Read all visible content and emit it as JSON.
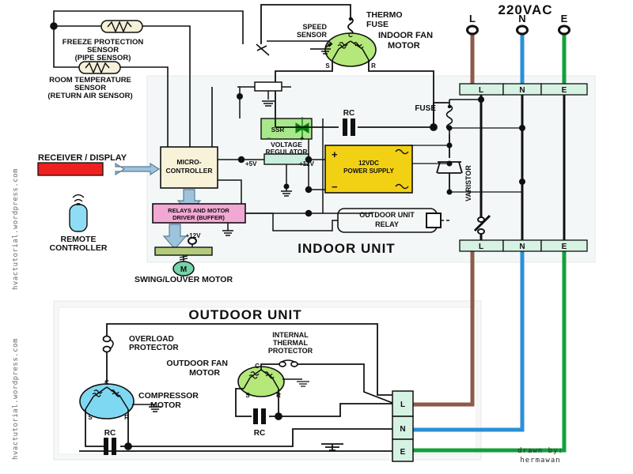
{
  "diagram": {
    "title_top": "220VAC",
    "indoor_unit_label": "INDOOR UNIT",
    "outdoor_unit_label": "OUTDOOR UNIT",
    "credit_line1": "drawn by:",
    "credit_line2": "hermawan",
    "watermark": "hvactutorial.wordpress.com"
  },
  "mains": {
    "line_label": "L",
    "neutral_label": "N",
    "earth_label": "E",
    "colors": {
      "line": "#8d5a4a",
      "neutral": "#2b8fd6",
      "earth": "#14a03c",
      "wire_black": "#101010"
    }
  },
  "terminal_blocks": {
    "indoor_top": [
      "L",
      "N",
      "E"
    ],
    "indoor_bottom": [
      "L",
      "N",
      "E"
    ],
    "outdoor": [
      "L",
      "N",
      "E"
    ],
    "fill": "#d5f2e3"
  },
  "sensors": [
    {
      "name": "freeze-protection-sensor",
      "line1": "FREEZE PROTECTION",
      "line2": "SENSOR",
      "line3": "(PIPE SENSOR)"
    },
    {
      "name": "room-temperature-sensor",
      "line1": "ROOM TEMPERATURE",
      "line2": "SENSOR",
      "line3": "(RETURN AIR SENSOR)"
    }
  ],
  "indoor": {
    "receiver_display": "RECEIVER / DISPLAY",
    "remote_line1": "REMOTE",
    "remote_line2": "CONTROLLER",
    "microcontroller_line1": "MICRO-",
    "microcontroller_line2": "CONTROLLER",
    "relays_line1": "RELAYS AND MOTOR",
    "relays_line2": "DRIVER (BUFFER)",
    "swing_motor": "SWING/LOUVER MOTOR",
    "swing_motor_glyph": "M",
    "swing_supply": "+12V",
    "voltage_regulator_line1": "VOLTAGE",
    "voltage_regulator_line2": "REGULATOR",
    "rail_5v": "+5V",
    "rail_12v": "+12V",
    "ssr_label": "SSR",
    "power_supply_line1": "12VDC",
    "power_supply_line2": "POWER SUPPLY",
    "power_supply_plus": "+",
    "power_supply_minus": "−",
    "thermo_fuse_line1": "THERMO",
    "thermo_fuse_line2": "FUSE",
    "speed_sensor_line1": "SPEED",
    "speed_sensor_line2": "SENSOR",
    "fan_motor_line1": "INDOOR FAN",
    "fan_motor_line2": "MOTOR",
    "rc_label": "RC",
    "fuse_label": "FUSE",
    "varistor_label": "VARISTOR",
    "outdoor_relay_line1": "OUTDOOR UNIT",
    "outdoor_relay_line2": "RELAY",
    "motor_terminals": {
      "c": "C",
      "s": "S",
      "r": "R"
    }
  },
  "outdoor": {
    "overload_line1": "OVERLOAD",
    "overload_line2": "PROTECTOR",
    "compressor_line1": "COMPRESSOR",
    "compressor_line2": "MOTOR",
    "fan_motor_line1": "OUTDOOR FAN",
    "fan_motor_line2": "MOTOR",
    "thermal_line1": "INTERNAL",
    "thermal_line2": "THERMAL",
    "thermal_line3": "PROTECTOR",
    "rc_label_compressor": "RC",
    "rc_label_fan": "RC",
    "motor_terminals": {
      "c": "C",
      "s": "S",
      "r": "R"
    }
  },
  "colors": {
    "unit_panel": "#f4f7f7",
    "mcu_fill": "#f7f2d8",
    "relay_fill": "#f2a8d5",
    "display_fill": "#ef2020",
    "remote_fill": "#8fdcf5",
    "arrow_fill": "#9dc3dd",
    "ssr_fill": "#a8e88a",
    "motor_green": "#b4e87a",
    "motor_cyan": "#7fd8f2",
    "power_yellow": "#f2d014",
    "regulator_fill": "#c8eedd",
    "swing_bar": "#b3cb7c",
    "swing_motor_fill": "#74d4a8",
    "thermistor_fill": "#f5f0d8"
  }
}
